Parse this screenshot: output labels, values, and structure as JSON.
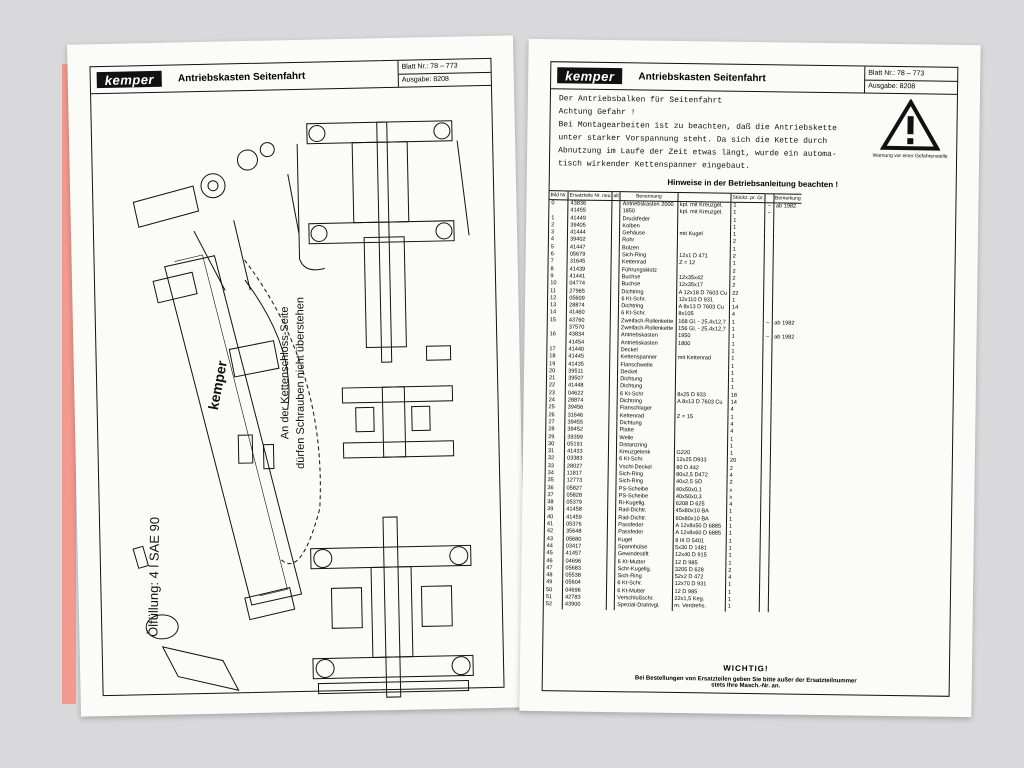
{
  "left_page": {
    "logo": "kemper",
    "title": "Antriebskasten Seitenfahrt",
    "blatt": "Blatt Nr.: 78 – 773",
    "ausgabe": "Ausgabe: 8208",
    "oil_note": "Ölfüllung: 4 l SAE 90",
    "chain_note_1": "An der Kettenschloss-Seite",
    "chain_note_2": "dürfen Schrauben nicht überstehen",
    "beam_logo": "kemper"
  },
  "right_page": {
    "logo": "kemper",
    "title": "Antriebskasten Seitenfahrt",
    "blatt": "Blatt Nr.: 78 – 773",
    "ausgabe": "Ausgabe: 8208",
    "text_lines": [
      "Der Antriebsbalken für Seitenfahrt",
      "Achtung Gefahr !",
      "Bei Montagearbeiten ist zu beachten, daß die Antriebskette",
      "unter starker Vorspannung steht. Da sich die Kette durch",
      "Abnutzung im Laufe der Zeit etwas längt, wurde ein automa-",
      "tisch wirkender Kettenspanner eingebaut."
    ],
    "warning_label": "Warnung vor einer Gefahrenstelle",
    "hinweis": "Hinweise in der Betriebsanleitung beachten !",
    "headers": [
      "Bild Nr.",
      "Ersatzteile Nr. neu",
      "alt",
      "Benennung",
      "",
      "Stückz. pr. Gr.",
      "",
      "Bemerkung"
    ],
    "rows": [
      [
        "0",
        "43836",
        "",
        "Antriebskasten 2000",
        "kpl. mit Kreuzgel.",
        "1",
        "–",
        "ab 1982"
      ],
      [
        "",
        "41455",
        "",
        "1850",
        "kpl. mit Kreuzgel.",
        "1",
        "–",
        ""
      ],
      [
        "1",
        "41449",
        "",
        "Druckfeder",
        "",
        "1",
        "",
        ""
      ],
      [
        "2",
        "39405",
        "",
        "Kolben",
        "",
        "1",
        "",
        ""
      ],
      [
        "3",
        "41444",
        "",
        "Gehäuse",
        "mit Kugel",
        "1",
        "",
        ""
      ],
      [
        "4",
        "39402",
        "",
        "Rohr",
        "",
        "2",
        "",
        ""
      ],
      [
        "5",
        "41447",
        "",
        "Bolzen",
        "",
        "1",
        "",
        ""
      ],
      [
        "6",
        "05679",
        "",
        "Sich-Ring",
        "12x1 D 471",
        "2",
        "",
        ""
      ],
      [
        "7",
        "31645",
        "",
        "Kettenrad",
        "Z = 12",
        "1",
        "",
        ""
      ],
      [
        "8",
        "41439",
        "",
        "Führungsklotz",
        "",
        "2",
        "",
        ""
      ],
      [
        "9",
        "41441",
        "",
        "Buchse",
        "12x35x42",
        "2",
        "",
        ""
      ],
      [
        "10",
        "04774",
        "",
        "Buchse",
        "12x35x17",
        "2",
        "",
        ""
      ],
      [
        "11",
        "27965",
        "",
        "Dichtring",
        "A 12x18 D 7603 Cu",
        "22",
        "",
        ""
      ],
      [
        "12",
        "05609",
        "",
        "6 Kt-Schr.",
        "12x110 D 931",
        "1",
        "",
        ""
      ],
      [
        "13",
        "28874",
        "",
        "Dichtring",
        "A 8x13 D 7603 Cu",
        "14",
        "",
        ""
      ],
      [
        "14",
        "41460",
        "",
        "6 Kt-Schr.",
        "8x105",
        "4",
        "",
        ""
      ],
      [
        "15",
        "43760",
        "",
        "Zweifach-Rollenkette",
        "168 Gl. - 25,4x12,7",
        "1",
        "–",
        "ab 1982"
      ],
      [
        "",
        "37570",
        "",
        "Zweifach-Rollenkette",
        "156 Gl. - 25,4x12,7",
        "1",
        "",
        ""
      ],
      [
        "16",
        "43834",
        "",
        "Antriebskasten",
        "1950",
        "1",
        "–",
        "ab 1982"
      ],
      [
        "",
        "41454",
        "",
        "Antriebskasten",
        "1800",
        "1",
        "",
        ""
      ],
      [
        "17",
        "41440",
        "",
        "Deckel",
        "",
        "1",
        "",
        ""
      ],
      [
        "18",
        "41445",
        "",
        "Kettenspanner",
        "mit Kettenrad",
        "1",
        "",
        ""
      ],
      [
        "19",
        "41435",
        "",
        "Flanschwelle",
        "",
        "1",
        "",
        ""
      ],
      [
        "20",
        "39511",
        "",
        "Deckel",
        "",
        "1",
        "",
        ""
      ],
      [
        "21",
        "39507",
        "",
        "Dichtung",
        "",
        "1",
        "",
        ""
      ],
      [
        "22",
        "41448",
        "",
        "Dichtung",
        "",
        "1",
        "",
        ""
      ],
      [
        "23",
        "04622",
        "",
        "6 Kt-Schr",
        "8x25 D 933",
        "18",
        "",
        ""
      ],
      [
        "24",
        "28874",
        "",
        "Dichtring",
        "A 8x13 D 7603 Cu",
        "14",
        "",
        ""
      ],
      [
        "25",
        "39456",
        "",
        "Flanschlager",
        "",
        "4",
        "",
        ""
      ],
      [
        "26",
        "31646",
        "",
        "Kettenrad",
        "Z = 15",
        "1",
        "",
        ""
      ],
      [
        "27",
        "39455",
        "",
        "Dichtung",
        "",
        "4",
        "",
        ""
      ],
      [
        "28",
        "39452",
        "",
        "Platte",
        "",
        "4",
        "",
        ""
      ],
      [
        "29",
        "39399",
        "",
        "Welle",
        "",
        "1",
        "",
        ""
      ],
      [
        "30",
        "05191",
        "",
        "Distanzring",
        "",
        "1",
        "",
        ""
      ],
      [
        "31",
        "41433",
        "",
        "Kreuzgelenk",
        "G220",
        "1",
        "",
        ""
      ],
      [
        "32",
        "03383",
        "",
        "6 Kt-Schr.",
        "12x25 D933",
        "20",
        "",
        ""
      ],
      [
        "33",
        "28027",
        "",
        "Vschl-Deckel",
        "80 D 442",
        "2",
        "",
        ""
      ],
      [
        "34",
        "11817",
        "",
        "Sich-Ring",
        "80x2,5 D472",
        "4",
        "",
        ""
      ],
      [
        "35",
        "12773",
        "",
        "Sich-Ring",
        "40x2,5 SD",
        "2",
        "",
        ""
      ],
      [
        "36",
        "05827",
        "",
        "PS-Scheibe",
        "40x50x0,1",
        "x",
        "",
        ""
      ],
      [
        "37",
        "05828",
        "",
        "PS-Scheibe",
        "40x50x0,3",
        "x",
        "",
        ""
      ],
      [
        "38",
        "05379",
        "",
        "Ri-Kugellg.",
        "6208 D 625",
        "4",
        "",
        ""
      ],
      [
        "39",
        "41458",
        "",
        "Rad-Dichtr.",
        "45x80x10 BA",
        "1",
        "",
        ""
      ],
      [
        "40",
        "41459",
        "",
        "Rad-Dichtr.",
        "60x80x10 BA",
        "1",
        "",
        ""
      ],
      [
        "41",
        "05376",
        "",
        "Passfeder",
        "A 12x8x50 D 6885",
        "1",
        "",
        ""
      ],
      [
        "42",
        "35648",
        "",
        "Passfeder",
        "A 12x8x60 D 6885",
        "1",
        "",
        ""
      ],
      [
        "43",
        "05680",
        "",
        "Kugel",
        "8 III D 5401",
        "1",
        "",
        ""
      ],
      [
        "44",
        "03417",
        "",
        "Spannhülse",
        "5x30 D 1481",
        "1",
        "",
        ""
      ],
      [
        "45",
        "41457",
        "",
        "Gewindestift",
        "12x40 D 915",
        "1",
        "",
        ""
      ],
      [
        "46",
        "04696",
        "",
        "6 Kt-Mutter",
        "12 D 985",
        "1",
        "",
        ""
      ],
      [
        "47",
        "05683",
        "",
        "Schr-Kugellg.",
        "3205 D 628",
        "2",
        "",
        ""
      ],
      [
        "48",
        "05538",
        "",
        "Sich-Ring",
        "52x2 D 472",
        "4",
        "",
        ""
      ],
      [
        "49",
        "05604",
        "",
        "6 Kt-Schr.",
        "12x70 D 931",
        "1",
        "",
        ""
      ],
      [
        "50",
        "04696",
        "",
        "6 Kt-Mutter",
        "12 D 985",
        "1",
        "",
        ""
      ],
      [
        "51",
        "42783",
        "",
        "Verschlußschr.",
        "22x1,5 Keg.",
        "1",
        "",
        ""
      ],
      [
        "52",
        "43900",
        "",
        "Spezial-Drahtvgl.",
        "m. Verdrehs.",
        "1",
        "",
        ""
      ]
    ],
    "wichtig": "WICHTIG!",
    "foot_line_1": "Bei Bestellungen von Ersatzteilen geben Sie bitte außer der Ersatzteilnummer",
    "foot_line_2": "stets Ihre Masch.-Nr. an."
  }
}
